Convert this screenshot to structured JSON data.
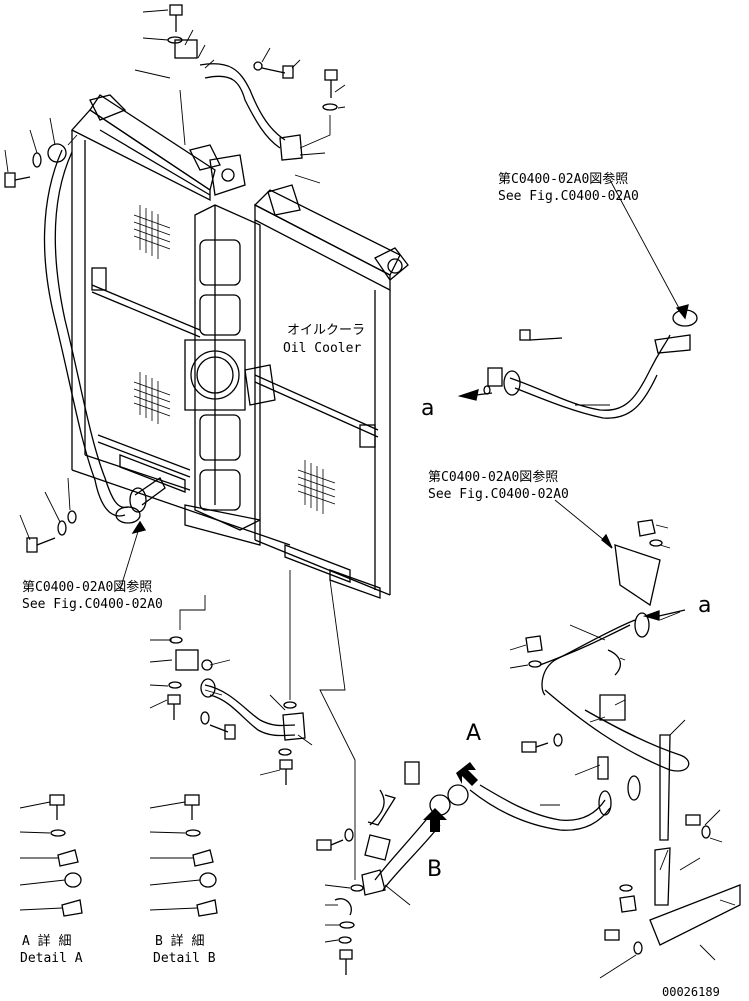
{
  "callouts": {
    "ref_top_jp": "第C0400-02A0図参照",
    "ref_top_en": "See Fig.C0400-02A0",
    "ref_mid_jp": "第C0400-02A0図参照",
    "ref_mid_en": "See Fig.C0400-02A0",
    "ref_left_jp": "第C0400-02A0図参照",
    "ref_left_en": "See Fig.C0400-02A0",
    "oil_cooler_jp": "オイルクーラ",
    "oil_cooler_en": "Oil Cooler",
    "detail_a_jp": "A 詳 細",
    "detail_a_en": "Detail A",
    "detail_b_jp": "B 詳 細",
    "detail_b_en": "Detail B",
    "label_a_left": "a",
    "label_a_right": "a",
    "label_A": "A",
    "label_B": "B",
    "drawing_no": "00026189"
  }
}
